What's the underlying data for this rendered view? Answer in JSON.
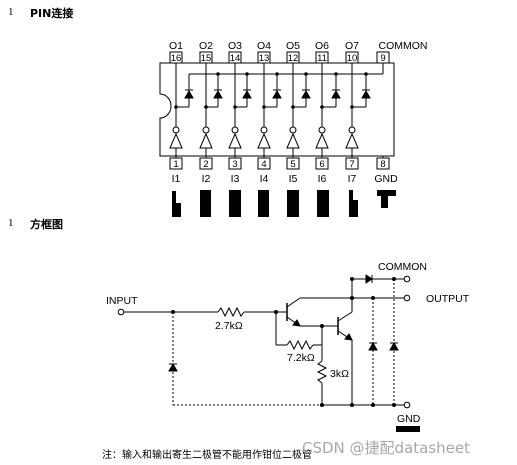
{
  "section1": {
    "number": "1",
    "title": "PIN连接"
  },
  "section2": {
    "number": "1",
    "title": "方框图"
  },
  "pinout": {
    "top_labels": [
      "O1",
      "O2",
      "O3",
      "O4",
      "O5",
      "O6",
      "O7",
      "COMMON"
    ],
    "top_numbers": [
      "16",
      "15",
      "14",
      "13",
      "12",
      "11",
      "10",
      "9"
    ],
    "bottom_numbers": [
      "1",
      "2",
      "3",
      "4",
      "5",
      "6",
      "7",
      "8"
    ],
    "bottom_labels": [
      "I1",
      "I2",
      "I3",
      "I4",
      "I5",
      "I6",
      "I7",
      "GND"
    ]
  },
  "schematic": {
    "common": "COMMON",
    "input": "INPUT",
    "output": "OUTPUT",
    "gnd": "GND",
    "r1": "2.7kΩ",
    "r2": "7.2kΩ",
    "r3": "3kΩ"
  },
  "note": "注：输入和输出寄生二极管不能用作钳位二极管",
  "watermark": "CSDN @捷配datasheet"
}
